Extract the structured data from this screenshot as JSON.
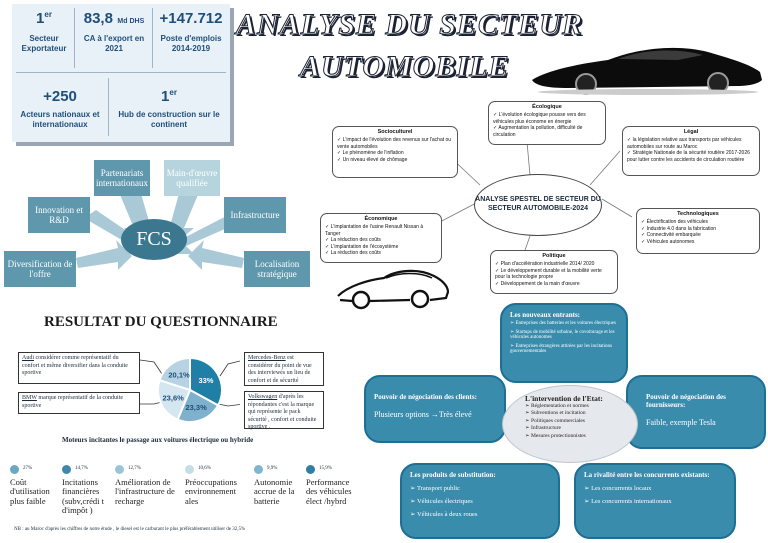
{
  "stats": {
    "s1_big": "1",
    "s1_sup": "er",
    "s1_label": "Secteur Exportateur",
    "s2_big": "83,8",
    "s2_unit": "Md DHS",
    "s2_label": "CA à l'export en 2021",
    "s3_big": "+147.712",
    "s3_label": "Poste d'emplois 2014-2019",
    "s4_big": "+250",
    "s4_label": "Acteurs nationaux et internationaux",
    "s5_big": "1",
    "s5_sup": "er",
    "s5_label": "Hub de construction sur le continent"
  },
  "title": {
    "line1": "ANALYSE DU SECTEUR",
    "line2": "AUTOMOBILE"
  },
  "fcs": {
    "center": "FCS",
    "boxes": [
      "Partenariats internationaux",
      "Main-d'œuvre qualifiée",
      "Innovation et R&D",
      "Infrastructure",
      "Diversification de l'offre",
      "Localisation stratégique"
    ],
    "colors": {
      "dark": "#5f97ad",
      "light": "#b5d4de",
      "center": "#3b7890"
    }
  },
  "pestel": {
    "center": "ANALYSE SPESTEL DE SECTEUR DU SECTEUR AUTOMOBILE-2024",
    "socio": {
      "title": "Socioculturel",
      "items": [
        "L'impact de l'évolution des revenus sur l'achat ou vente automobiles",
        "Le phénomène de l'inflation",
        "Un niveau élevé de chômage"
      ]
    },
    "eco": {
      "title": "Écologique",
      "items": [
        "L'évolution écologique pousse vers des véhicules plus économe en énergie",
        "Augmentation la pollution, difficulté de circulation"
      ]
    },
    "legal": {
      "title": "Légal",
      "items": [
        "la législation relative aux transports par véhicules automobiles sur route au Maroc",
        "Stratégie Nationale de la sécurité routière 2017-2026 pour lutter contre les accidents de circulation routière"
      ]
    },
    "economique": {
      "title": "Économique",
      "items": [
        "L'implantation de l'usine Renault Nissan à Tanger",
        "La réduction des coûts",
        "L'implantation de l'écosystème",
        "La réduction des coûts"
      ]
    },
    "techno": {
      "title": "Technologiques",
      "items": [
        "Électrification des véhicules",
        "Industrie 4.0 dans la fabrication",
        "Connectivité embarquée",
        "Véhicules autonomes"
      ]
    },
    "politique": {
      "title": "Politique",
      "items": [
        "Plan d'accélération industrielle 2014/ 2020",
        "Le développement durable et la mobilité verte pour la technologie propre",
        "Développement de la main d'œuvre"
      ]
    }
  },
  "questionnaire": {
    "title": "RESULTAT DU QUESTIONNAIRE",
    "audi_brand": "Audi",
    "audi_text": " considérer comme représentatif du confort et même diversifier dans la conduite sportive",
    "bmw_brand": "BMW",
    "bmw_text": " marque représentatif de la conduite sportive",
    "mercedes_brand": "Mercedes-Benz",
    "mercedes_text": " est considérer du point de vue des interviewés un lieu de confort et de sécurité",
    "vw_brand": "Volkswagen",
    "vw_text": " d'après les répondantes c'est la marque qui représente le pack sécurité , confort et conduite sportive ."
  },
  "chart_data": {
    "type": "pie",
    "categories": [
      "Audi",
      "Mercedes-Benz",
      "Volkswagen",
      "BMW"
    ],
    "values": [
      20.1,
      33.0,
      23.3,
      23.6
    ],
    "labels": [
      "20,1%",
      "33%",
      "23,3%",
      "23,6%"
    ],
    "colors": [
      "#b7d3e3",
      "#1f7fa6",
      "#7fb1cc",
      "#d4e6f0"
    ]
  },
  "motors": {
    "title": "Moteurs incitantes le passage aux voitures électrique ou hybride",
    "items": [
      {
        "pct": "27%",
        "label": "Coût d'utilisation plus faible",
        "color": "#6aa7c4"
      },
      {
        "pct": "14,7%",
        "label": "Incitations financières (subv,crédi t d'impôt )",
        "color": "#3e87ad"
      },
      {
        "pct": "12,7%",
        "label": "Amélioration de l'infrastructure de recharge",
        "color": "#9cc4d8"
      },
      {
        "pct": "10,6%",
        "label": "Préoccupations environnement ales",
        "color": "#c5dde9"
      },
      {
        "pct": "9,9%",
        "label": "Autonomie accrue de la batterie",
        "color": "#7fb6cf"
      },
      {
        "pct": "15,9%",
        "label": "Performance des véhicules élect /hybrd",
        "color": "#2f7ea4"
      }
    ],
    "note": "NB : au Maroc d'après les chiffres de notre étude , le diesel est le carburant le plus préférablement utiliser de 32,5%"
  },
  "porter": {
    "center_title": "L'intervention de l'Etat:",
    "center_items": [
      "Réglementation et normes",
      "Subventions et incitation",
      "Politiques commerciales",
      "Infrastructure",
      "Mesures protectionnistes"
    ],
    "top_title": "Les nouveaux entrants:",
    "top_items": [
      "Entreprises des batteries et les voitures électriques",
      "Startups de mobilité urbaine, le covoiturage et les véhicules autonomes",
      "Entreprises étrangères attirées par les incitations gouvernementales"
    ],
    "left_title": "Pouvoir de négociation des clients:",
    "left_text": "Plusieurs options →Très élevé",
    "right_title": "Pouvoir de négociation des fournisseurs:",
    "right_text": "Faible, exemple Tesla",
    "bl_title": "Les produits de substitution:",
    "bl_items": [
      "Transport public",
      "Véhicules électriques",
      "Véhicules à deux roues"
    ],
    "br_title": "La rivalité entre les concurrents existants:",
    "br_items": [
      "Les concurrents locaux",
      "Les concurrents internationaux"
    ],
    "colors": {
      "node": "#3a8cad",
      "border": "#1e6f93"
    }
  }
}
